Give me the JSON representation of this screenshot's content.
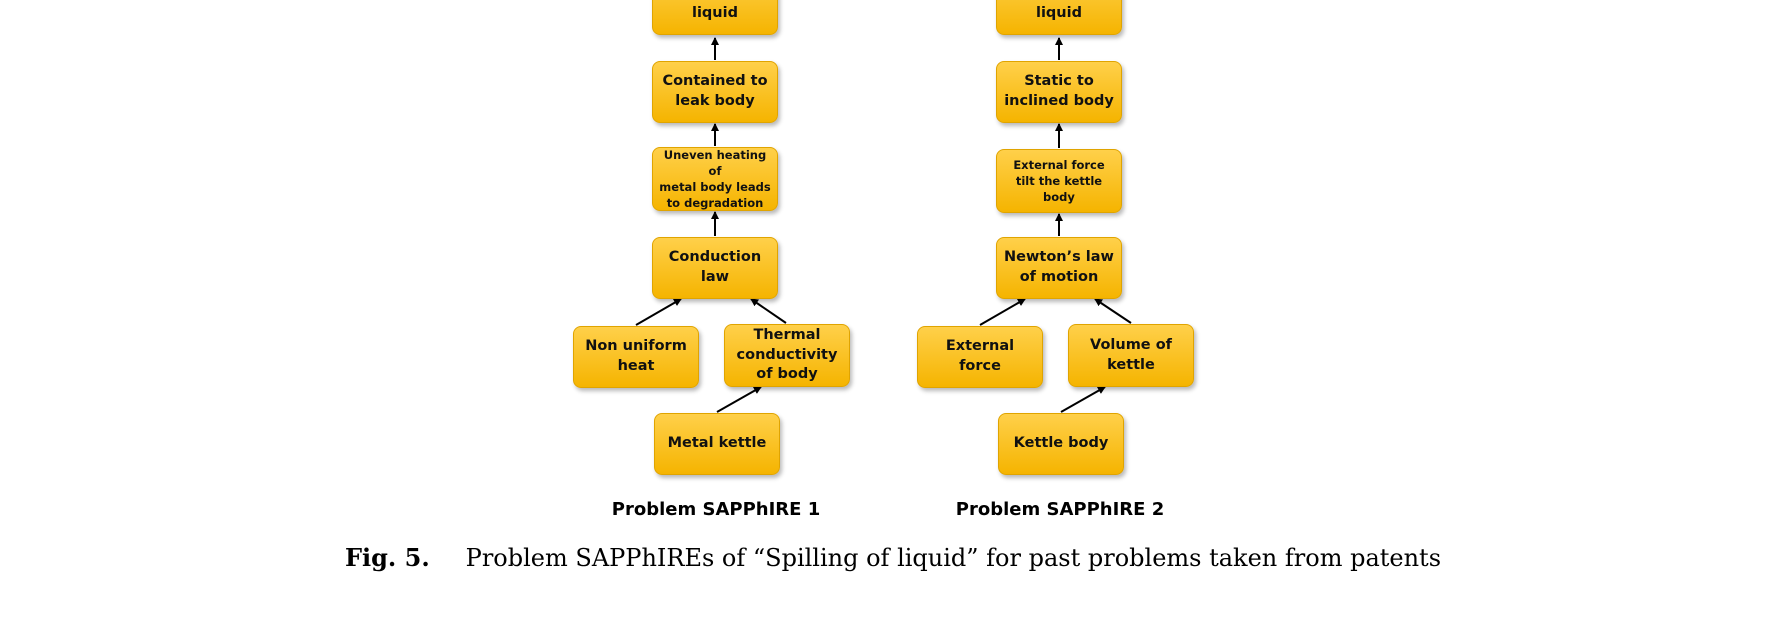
{
  "diagram1": {
    "label": "Problem SAPPhIRE 1",
    "nodes": {
      "top": "Spilling of\nliquid",
      "state": "Contained to\nleak body",
      "effect": "Uneven heating of\nmetal body leads\nto degradation",
      "law": "Conduction\nlaw",
      "input_left": "Non uniform\nheat",
      "input_right": "Thermal\nconductivity\nof body",
      "part": "Metal kettle"
    }
  },
  "diagram2": {
    "label": "Problem SAPPhIRE 2",
    "nodes": {
      "top": "Spilling of\nliquid",
      "state": "Static to\ninclined body",
      "effect": "External force\ntilt the kettle\nbody",
      "law": "Newton’s law\nof motion",
      "input_left": "External force",
      "input_right": "Volume of\nkettle",
      "part": "Kettle body"
    }
  },
  "caption": {
    "number": "Fig. 5.",
    "text": "Problem SAPPhIREs of “Spilling of liquid” for past problems taken from patents"
  }
}
